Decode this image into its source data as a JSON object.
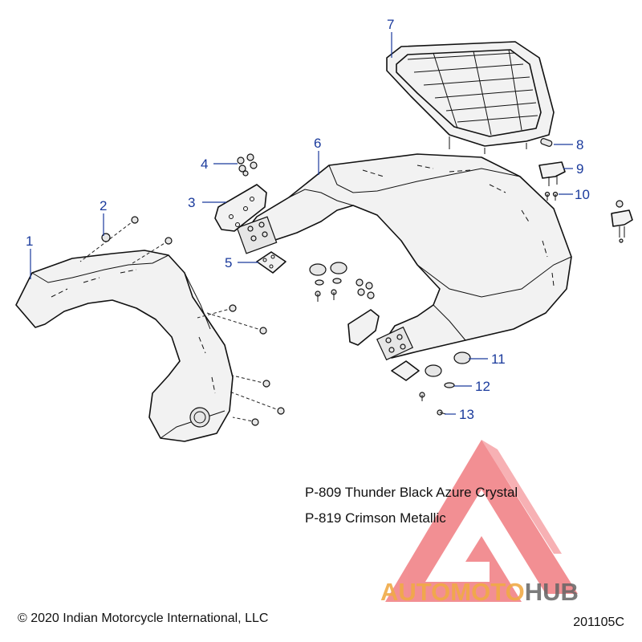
{
  "diagram": {
    "callouts": [
      {
        "id": "c1",
        "label": "1"
      },
      {
        "id": "c2",
        "label": "2"
      },
      {
        "id": "c3",
        "label": "3"
      },
      {
        "id": "c4",
        "label": "4"
      },
      {
        "id": "c5",
        "label": "5"
      },
      {
        "id": "c6",
        "label": "6"
      },
      {
        "id": "c7",
        "label": "7"
      },
      {
        "id": "c8",
        "label": "8"
      },
      {
        "id": "c9",
        "label": "9"
      },
      {
        "id": "c10",
        "label": "10"
      },
      {
        "id": "c11",
        "label": "11"
      },
      {
        "id": "c12",
        "label": "12"
      },
      {
        "id": "c13",
        "label": "13"
      }
    ],
    "paint_codes": [
      "P-809 Thunder Black Azure Crystal",
      "P-819 Crimson Metallic"
    ],
    "copyright": "© 2020 Indian Motorcycle International, LLC",
    "drawing_number": "201105C"
  },
  "watermark": {
    "text_part1": "AUTOMOTO",
    "text_part2": "HUB",
    "color_triangle": "#e8343c",
    "color_text_orange": "#f0aa46",
    "color_text_gray": "#646464"
  },
  "colors": {
    "callout": "#1a3a9c",
    "line": "#111111",
    "part_fill": "#f2f2f2"
  }
}
